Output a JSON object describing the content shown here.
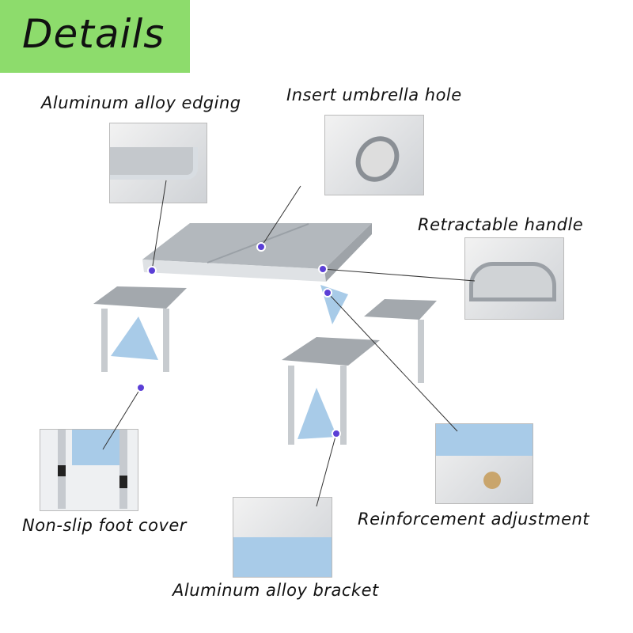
{
  "header": {
    "title": "Details",
    "bg": "#8ddc6c"
  },
  "labels": {
    "edging": "Aluminum alloy edging",
    "umbrella": "Insert umbrella hole",
    "handle": "Retractable handle",
    "foot": "Non-slip foot cover",
    "reinforcement": "Reinforcement adjustment",
    "bracket": "Aluminum alloy bracket"
  },
  "colors": {
    "marker": "#5b3fd6",
    "bracket": "#a8cbe8",
    "metal": "#b9bec4"
  }
}
